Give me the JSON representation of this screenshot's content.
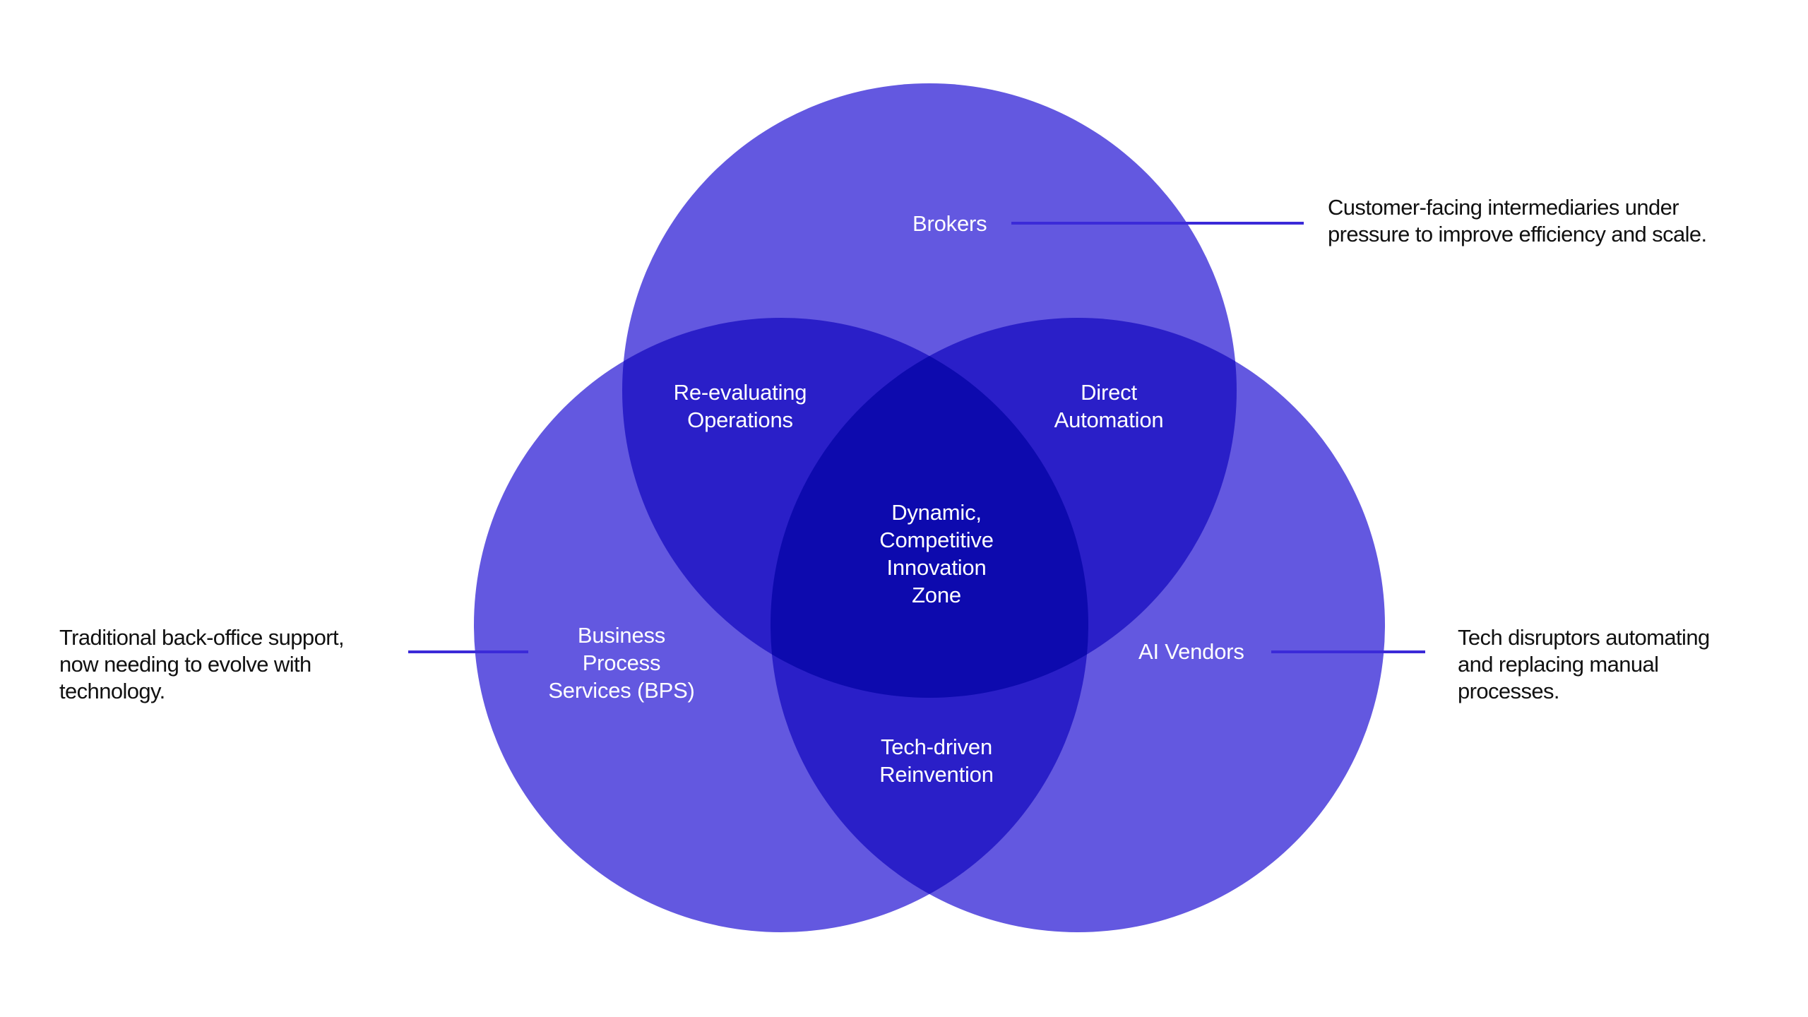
{
  "colors": {
    "circle_fill": "#6358E0",
    "circle_opacity": 1,
    "pair_overlap": "#2A1FC8",
    "triple_overlap": "#0D0AAE",
    "connector": "#3B2AD8",
    "label_text": "#FFFFFF",
    "desc_text": "#111111",
    "background": "#FFFFFF"
  },
  "sets": [
    {
      "id": "brokers",
      "label": "Brokers",
      "description_lines": [
        "Customer-facing intermediaries under",
        "pressure to improve efficiency and scale."
      ]
    },
    {
      "id": "bps",
      "label_lines": [
        "Business",
        "Process",
        "Services (BPS)"
      ],
      "description_lines": [
        "Traditional back-office support,",
        "now needing to evolve with",
        "technology."
      ]
    },
    {
      "id": "ai_vendors",
      "label": "AI Vendors",
      "description_lines": [
        "Tech disruptors automating",
        "and replacing manual",
        "processes."
      ]
    }
  ],
  "intersections": {
    "brokers_bps": [
      "Re-evaluating",
      "Operations"
    ],
    "brokers_ai": [
      "Direct",
      "Automation"
    ],
    "bps_ai": [
      "Tech-driven",
      "Reinvention"
    ],
    "all": [
      "Dynamic,",
      "Competitive",
      "Innovation",
      "Zone"
    ]
  }
}
